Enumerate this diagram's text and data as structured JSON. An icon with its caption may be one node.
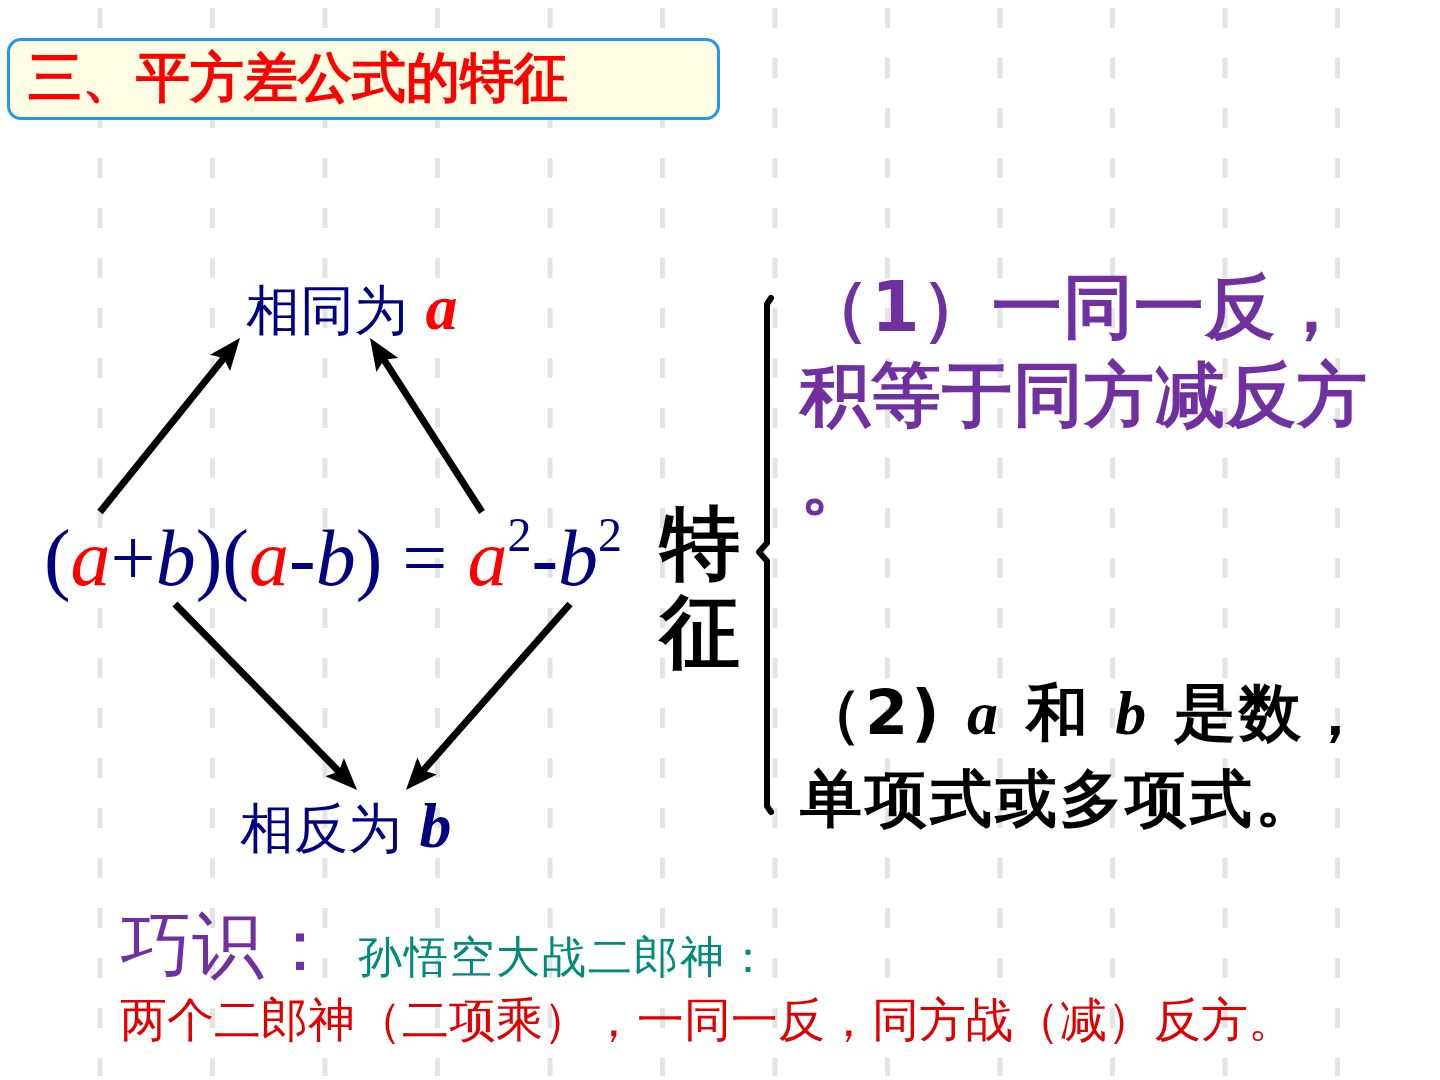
{
  "diagram": {
    "title": "三、平方差公式的特征",
    "nodes": [
      {
        "text": [
          "相同为 *a*"
        ]
      },
      {
        "text": [
          "(*a*+*b*)(*a*-*b*) = *a*$^{2}$-*b*$^{2}$"
        ]
      },
      {
        "text": [
          "相反为 *b*"
        ]
      }
    ],
    "edges": [
      {
        "from": 1,
        "to": 0,
        "arrow": "to"
      },
      {
        "from": 1,
        "to": 0,
        "arrow": "to"
      },
      {
        "from": 1,
        "to": 2,
        "arrow": "to"
      },
      {
        "from": 1,
        "to": 2,
        "arrow": "to"
      }
    ],
    "labels": [
      "特征",
      "（1）一同一反，积等于同方减反方。",
      "（2) *a* 和 *b* 是数，单项式或多项式。",
      "巧识：",
      "孙悟空大战二郎神：",
      "两个二郎神（二项乘），一同一反，同方战（减）反方。"
    ]
  }
}
